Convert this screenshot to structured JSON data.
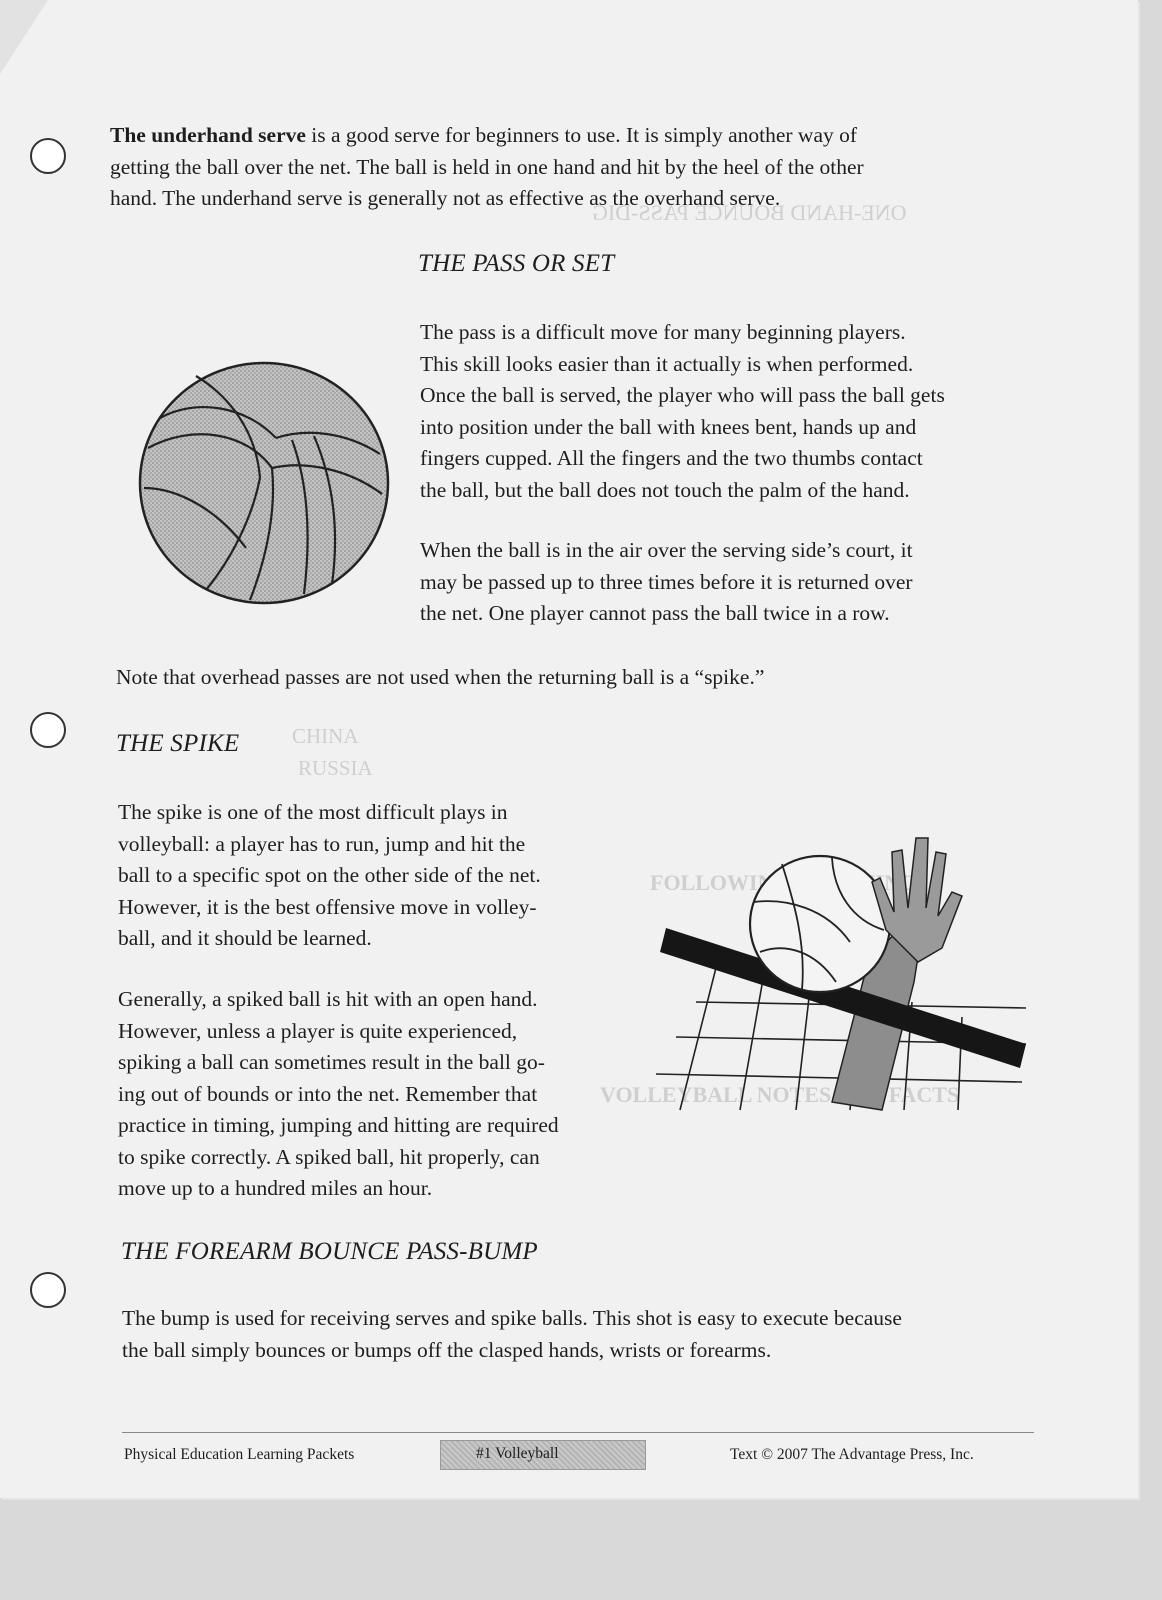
{
  "intro": {
    "lead": "The underhand serve",
    "lines": [
      "is a good serve for beginners to use. It is simply another way of",
      "getting the ball over the net. The ball is held in one hand and hit by the heel of the other",
      "hand. The underhand serve is generally not as effective as the overhand serve."
    ]
  },
  "pass_section": {
    "heading": "THE PASS OR SET",
    "para1": [
      "The pass is a difficult move for many beginning players.",
      "This skill looks easier than it actually is when performed.",
      "Once the ball is served, the player who will pass the ball gets",
      "into position under the ball with knees bent, hands up and",
      "fingers cupped. All the fingers and the two thumbs contact",
      "the ball, but the ball does not touch the palm of the hand."
    ],
    "para2": [
      "When the ball is in the air over the serving side’s court, it",
      "may be passed up to three times before it is returned over",
      "the net. One player cannot pass the ball twice in a row."
    ],
    "note": "Note that overhead passes are not used when the returning ball is a “spike.”"
  },
  "spike_section": {
    "heading": "THE SPIKE",
    "para1": [
      "The spike is one of the most difficult plays in",
      "volleyball: a player has to run, jump and hit the",
      "ball to a specific spot on the other side of the net.",
      "However, it is the best offensive move in volley-",
      "ball, and it should be learned."
    ],
    "para2": [
      "Generally, a spiked ball is hit with an open hand.",
      "However, unless a player is quite experienced,",
      "spiking a ball can sometimes result in the ball go-",
      "ing out of bounds or into the net. Remember that",
      "practice in timing, jumping and hitting are required",
      "to spike correctly. A spiked ball, hit properly, can",
      "move up to a hundred miles an hour."
    ]
  },
  "bump_section": {
    "heading": "THE FOREARM BOUNCE PASS-BUMP",
    "lines": [
      "The bump is used for receiving serves and spike balls. This shot is easy to execute because",
      "the ball simply bounces or bumps off the clasped hands, wrists or forearms."
    ]
  },
  "show_through": [
    "ONE-HAND BOUNCE PASS-DIG",
    "CHINA",
    "RUSSIA",
    "FOLLOWING CLOTHING",
    "VOLLEYBALL NOTES AND FACTS"
  ],
  "footer": {
    "left": "Physical Education Learning Packets",
    "badge": "#1 Volleyball",
    "right": "Text © 2007  The Advantage Press, Inc."
  },
  "illustrations": {
    "ball_icon": "volleyball-illustration",
    "spike_icon": "spike-hand-net-illustration"
  }
}
